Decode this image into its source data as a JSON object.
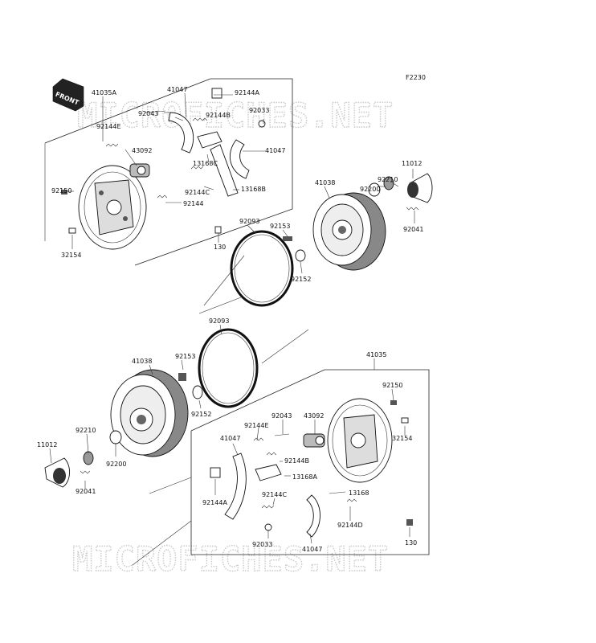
{
  "figure_code": "F2230",
  "front_label": "FRONT",
  "watermark_top": "MICROFICHES.NET",
  "watermark_bottom": "MICROFICHES.NET",
  "colors": {
    "line": "#222222",
    "part_fill": "#ffffff",
    "part_shade": "#9a9a9a",
    "watermark": "#c9c9c9"
  },
  "labels": {
    "t_41035A": "41035A",
    "t_41047_a": "41047",
    "t_92144A_a": "92144A",
    "t_92043_a": "92043",
    "t_92144B_a": "92144B",
    "t_92033_a": "92033",
    "t_92144E_a": "92144E",
    "t_43092_a": "43092",
    "t_41047_b": "41047",
    "t_13168C": "13168C",
    "t_92150_a": "92150",
    "t_92144C_a": "92144C",
    "t_13168B": "13168B",
    "t_92144_a": "92144",
    "t_32154_a": "32154",
    "t_130_a": "130",
    "t_41038_a": "41038",
    "t_92200_a": "92200",
    "t_92210_a": "92210",
    "t_11012_a": "11012",
    "t_92093_a": "92093",
    "t_92153_a": "92153",
    "t_92041_a": "92041",
    "t_92152_a": "92152",
    "t_92093_b": "92093",
    "t_41038_b": "41038",
    "t_92153_b": "92153",
    "t_41035": "41035",
    "t_92150_b": "92150",
    "t_92152_b": "92152",
    "t_92043_b": "92043",
    "t_92144E_b": "92144E",
    "t_43092_b": "43092",
    "t_32154_b": "32154",
    "t_92210_b": "92210",
    "t_41047_c": "41047",
    "t_11012_b": "11012",
    "t_92200_b": "92200",
    "t_92144B_b": "92144B",
    "t_13168A": "13168A",
    "t_92041_b": "92041",
    "t_92144C_b": "92144C",
    "t_13168": "13168",
    "t_92144A_b": "92144A",
    "t_92144D": "92144D",
    "t_92033_b": "92033",
    "t_130_b": "130",
    "t_41047_d": "41047"
  }
}
